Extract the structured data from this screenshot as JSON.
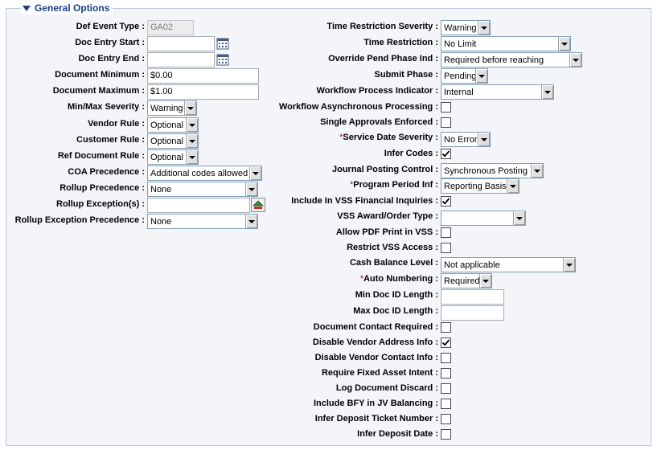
{
  "section": {
    "title": "General Options"
  },
  "left": {
    "def_event_type": {
      "label": "Def Event Type :",
      "value": "GA02"
    },
    "doc_entry_start": {
      "label": "Doc Entry Start :",
      "value": ""
    },
    "doc_entry_end": {
      "label": "Doc Entry End :",
      "value": ""
    },
    "document_minimum": {
      "label": "Document Minimum :",
      "value": "$0.00"
    },
    "document_maximum": {
      "label": "Document Maximum :",
      "value": "$1.00"
    },
    "min_max_severity": {
      "label": "Min/Max Severity :",
      "value": "Warning"
    },
    "vendor_rule": {
      "label": "Vendor Rule :",
      "value": "Optional"
    },
    "customer_rule": {
      "label": "Customer Rule :",
      "value": "Optional"
    },
    "ref_document_rule": {
      "label": "Ref Document Rule :",
      "value": "Optional"
    },
    "coa_precedence": {
      "label": "COA Precedence :",
      "value": "Additional codes allowed"
    },
    "rollup_precedence": {
      "label": "Rollup Precedence :",
      "value": "None"
    },
    "rollup_exceptions": {
      "label": "Rollup Exception(s) :",
      "value": ""
    },
    "rollup_exception_precedence": {
      "label": "Rollup Exception Precedence :",
      "value": "None"
    }
  },
  "right": {
    "time_restriction_severity": {
      "label": "Time Restriction Severity :",
      "value": "Warning"
    },
    "time_restriction": {
      "label": "Time Restriction :",
      "value": "No Limit"
    },
    "override_pend_phase_ind": {
      "label": "Override Pend Phase Ind :",
      "value": "Required before reaching"
    },
    "submit_phase": {
      "label": "Submit Phase :",
      "value": "Pending"
    },
    "workflow_process_indicator": {
      "label": "Workflow Process Indicator :",
      "value": "Internal"
    },
    "workflow_async": {
      "label": "Workflow Asynchronous Processing :",
      "checked": false
    },
    "single_approvals": {
      "label": "Single Approvals Enforced :",
      "checked": false
    },
    "service_date_severity": {
      "req": "*",
      "label": "Service Date Severity :",
      "value": "No Error"
    },
    "infer_codes": {
      "label": "Infer Codes :",
      "checked": true
    },
    "journal_posting_control": {
      "label": "Journal Posting Control :",
      "value": "Synchronous Posting"
    },
    "program_period_inf": {
      "req": "*",
      "label": "Program Period Inf :",
      "value": "Reporting Basis"
    },
    "include_vss_financial": {
      "label": "Include In VSS Financial Inquiries :",
      "checked": true
    },
    "vss_award_order_type": {
      "label": "VSS Award/Order Type :",
      "value": ""
    },
    "allow_pdf_print": {
      "label": "Allow PDF Print in VSS :",
      "checked": false
    },
    "restrict_vss_access": {
      "label": "Restrict VSS Access :",
      "checked": false
    },
    "cash_balance_level": {
      "label": "Cash Balance Level :",
      "value": "Not applicable"
    },
    "auto_numbering": {
      "req": "*",
      "label": "Auto Numbering :",
      "value": "Required"
    },
    "min_doc_id_length": {
      "label": "Min Doc ID Length :",
      "value": ""
    },
    "max_doc_id_length": {
      "label": "Max Doc ID Length :",
      "value": ""
    },
    "document_contact_required": {
      "label": "Document Contact Required :",
      "checked": false
    },
    "disable_vendor_address": {
      "label": "Disable Vendor Address Info :",
      "checked": true
    },
    "disable_vendor_contact": {
      "label": "Disable Vendor Contact Info :",
      "checked": false
    },
    "require_fixed_asset": {
      "label": "Require Fixed Asset Intent :",
      "checked": false
    },
    "log_document_discard": {
      "label": "Log Document Discard :",
      "checked": false
    },
    "include_bfy_jv": {
      "label": "Include BFY in JV Balancing :",
      "checked": false
    },
    "infer_deposit_ticket": {
      "label": "Infer Deposit Ticket Number :",
      "checked": false
    },
    "infer_deposit_date": {
      "label": "Infer Deposit Date :",
      "checked": false
    }
  },
  "icons": {
    "calendar": "calendar-icon",
    "lookup": "lookup-icon",
    "collapse": "collapse-arrow-icon",
    "dropdown": "chevron-down-icon",
    "check": "checkmark-icon"
  }
}
